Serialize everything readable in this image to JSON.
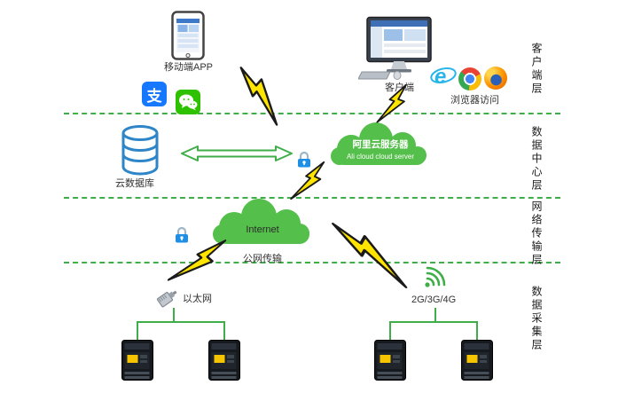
{
  "layers": [
    {
      "label": "客户端层"
    },
    {
      "label": "数据中心层"
    },
    {
      "label": "网络传输层"
    },
    {
      "label": "数据采集层"
    }
  ],
  "nodes": {
    "mobile_app": "移动端APP",
    "alipay_glyph": "支",
    "ie_glyph": "e",
    "client": "客户端",
    "browser_access": "浏览器访问",
    "cloud_database": "云数据库",
    "ali_cloud_cn": "阿里云服务器",
    "ali_cloud_en": "Ali cloud cloud server",
    "internet": "Internet",
    "public_network": "公网传输",
    "ethernet": "以太网",
    "cellular": "2G/3G/4G"
  },
  "icons": {
    "mobile-phone-icon": "smartphone with app list screen",
    "alipay-icon": "blue tile with 支 glyph",
    "wechat-icon": "green tile with chat bubbles",
    "desktop-computer-icon": "monitor with dashboard, keyboard and mouse",
    "ie-browser-icon": "blue italic e with orbit ring",
    "chrome-browser-icon": "red/yellow/green wheel with blue core",
    "firefox-browser-icon": "orange swirl with blue core",
    "database-icon": "blue outlined cylinder",
    "cloud-icon": "green cloud",
    "lock-icon": "blue padlock",
    "lightning-bolt-icon": "yellow lightning bolt",
    "double-arrow-icon": "green outlined double-headed arrow",
    "ethernet-plug-icon": "gray network plug",
    "wifi-icon": "green signal arcs",
    "device-icon": "black data-collection terminal with yellow label"
  },
  "colors": {
    "accent_green": "#3fae49",
    "cloud_green": "#54bf4a",
    "bolt_yellow": "#ffe400",
    "database_blue": "#2e86c8",
    "lock_blue": "#1f8fe5",
    "alipay_blue": "#1677ff",
    "wechat_green": "#2dc100",
    "text_dark": "#333333"
  }
}
